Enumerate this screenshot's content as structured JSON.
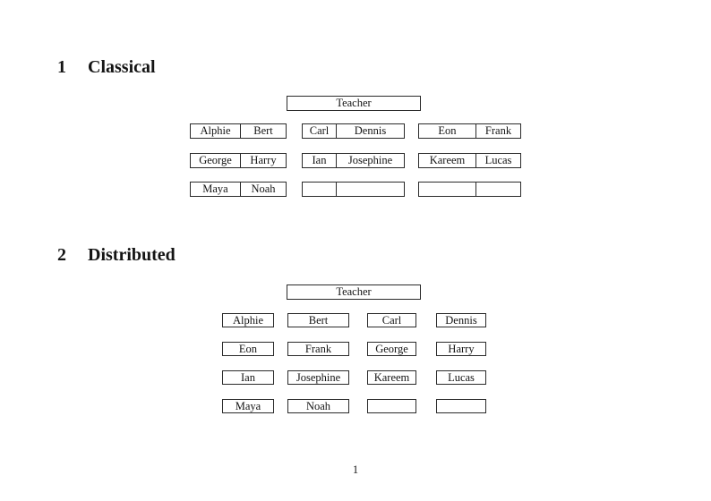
{
  "classical": {
    "heading": {
      "number": "1",
      "title": "Classical"
    },
    "teacher_label": "Teacher",
    "rows": [
      [
        [
          "Alphie",
          "Bert"
        ],
        [
          "Carl",
          "Dennis"
        ],
        [
          "Eon",
          "Frank"
        ]
      ],
      [
        [
          "George",
          "Harry"
        ],
        [
          "Ian",
          "Josephine"
        ],
        [
          "Kareem",
          "Lucas"
        ]
      ],
      [
        [
          "Maya",
          "Noah"
        ],
        [
          "",
          ""
        ],
        [
          "",
          ""
        ]
      ]
    ]
  },
  "distributed": {
    "heading": {
      "number": "2",
      "title": "Distributed"
    },
    "teacher_label": "Teacher",
    "rows": [
      [
        "Alphie",
        "Bert",
        "Carl",
        "Dennis"
      ],
      [
        "Eon",
        "Frank",
        "George",
        "Harry"
      ],
      [
        "Ian",
        "Josephine",
        "Kareem",
        "Lucas"
      ],
      [
        "Maya",
        "Noah",
        "",
        ""
      ]
    ]
  },
  "page": {
    "number": "1"
  },
  "colors": {
    "text": "#141414",
    "border": "#2a2a2a",
    "background": "#ffffff"
  }
}
